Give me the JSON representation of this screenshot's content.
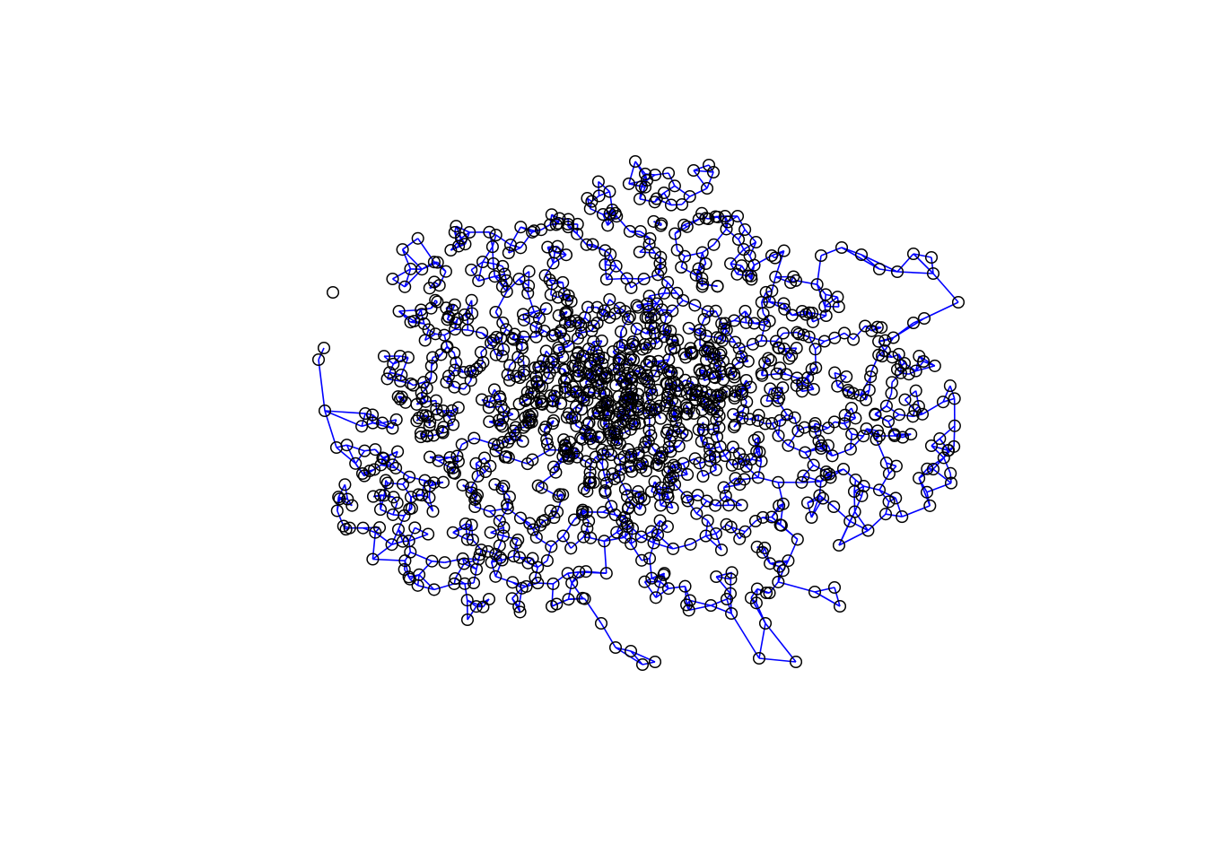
{
  "figure": {
    "kind": "network-graph",
    "description_free": true,
    "node_style": {
      "shape": "open-circle",
      "stroke_color": "#000000",
      "fill": "none"
    },
    "edge_style": {
      "color": "#0000ff"
    },
    "background_color": "#ffffff",
    "axes_visible": false,
    "title": "",
    "xlabel": "",
    "ylabel": ""
  }
}
